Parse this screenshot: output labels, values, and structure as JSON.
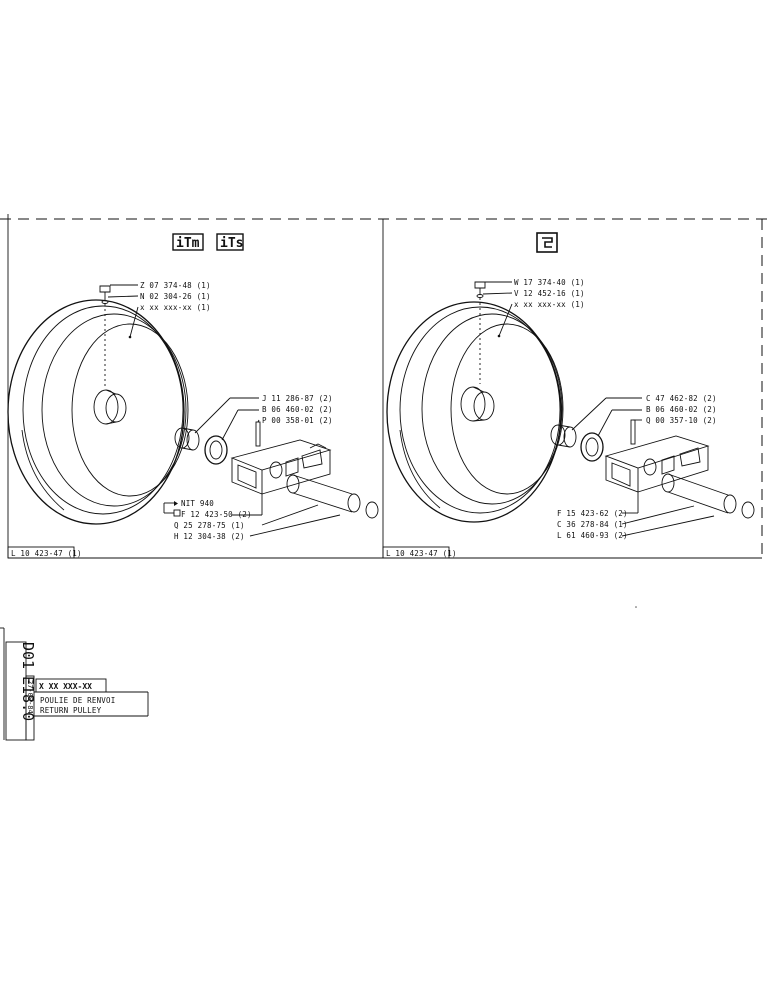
{
  "panel_left": {
    "logos": [
      "iTm",
      "iTs"
    ],
    "parts": [
      {
        "ref": "Z 07 374-48 (1)"
      },
      {
        "ref": "N 02 304-26 (1)"
      },
      {
        "ref": "x xx xxx-xx (1)"
      },
      {
        "ref": "J 11 286-87 (2)"
      },
      {
        "ref": "B 06 460-02 (2)"
      },
      {
        "ref": "P 00 358-01 (2)"
      },
      {
        "ref": "NIT 940"
      },
      {
        "ref": "F 12 423-50 (2)"
      },
      {
        "ref": "Q 25 278-75 (1)"
      },
      {
        "ref": "H 12 304-38 (2)"
      }
    ],
    "drawing_ref": "L 10 423-47 (1)"
  },
  "panel_right": {
    "logo": "S",
    "parts": [
      {
        "ref": "W 17 374-40 (1)"
      },
      {
        "ref": "V 12 452-16 (1)"
      },
      {
        "ref": "x xx xxx-xx (1)"
      },
      {
        "ref": "C 47 462-82 (2)"
      },
      {
        "ref": "B 06 460-02 (2)"
      },
      {
        "ref": "Q 00 357-10 (2)"
      },
      {
        "ref": "F 15 423-62 (2)"
      },
      {
        "ref": "C 36 278-84 (1)"
      },
      {
        "ref": "L 61 460-93 (2)"
      }
    ],
    "drawing_ref": "L 10 423-47 (1)"
  },
  "title_block": {
    "code_line1": "D01",
    "code_line2": "E18.0",
    "date": "27-09-84",
    "part_number": "X XX XXX-XX",
    "title_fr": "POULIE DE RENVOI",
    "title_en": "RETURN PULLEY"
  }
}
